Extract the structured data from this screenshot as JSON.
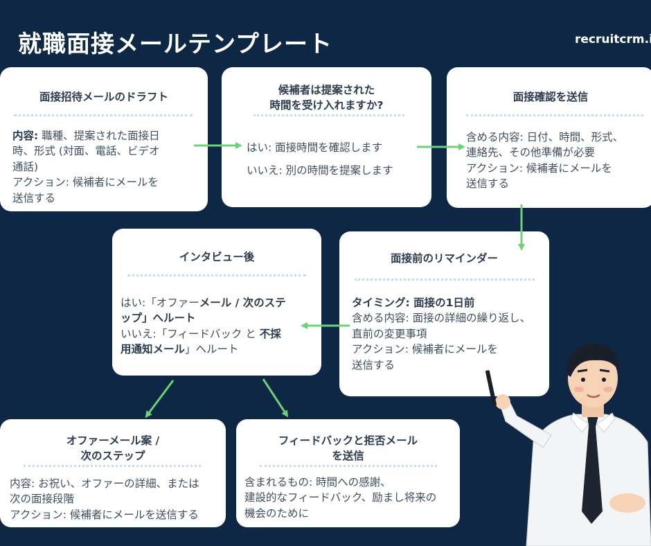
{
  "header": {
    "title": "就職面接メールテンプレート",
    "brand": "recruitcrm.io"
  },
  "cards": {
    "draft": {
      "title": "面接招待メールのドラフト",
      "content_label": "内容:",
      "content_l1": " 職種、提案された面接日",
      "content_l2": "時、形式 (対面、電話、ビデオ",
      "content_l3": "通話)",
      "action_label": "アクション:",
      "action_l1": " 候補者にメールを",
      "action_l2": "送信する"
    },
    "accept": {
      "title_l1": "候補者は提案された",
      "title_l2": "時間を受け入れますか?",
      "yes": "はい: 面接時間を確認します",
      "no": "いいえ: 別の時間を提案します"
    },
    "confirm": {
      "title": "面接確認を送信",
      "include_label": "含める内容:",
      "include_l1": " 日付、時間、形式、",
      "include_l2": "連絡先、その他準備が必要",
      "action_label": "アクション:",
      "action_l1": " 候補者にメールを",
      "action_l2": "送信する"
    },
    "reminder": {
      "title": "面接前のリマインダー",
      "timing": "タイミング: 面接の1日前",
      "include_label": "含める内容:",
      "include_l1": " 面接の詳細の繰り返し、",
      "include_l2": "直前の変更事項",
      "action_label": "アクション:",
      "action_l1": " 候補者にメールを",
      "action_l2": "送信する"
    },
    "after": {
      "title": "インタビュー後",
      "yes_a": "はい:「オファー",
      "yes_b": "メール / 次のステ",
      "yes_c": "ップ」へルート",
      "no_a": "いいえ:「フィードバック と ",
      "no_b": "不採",
      "no_c": "用通知メール",
      "no_d": "」へルート"
    },
    "offer": {
      "title_l1": "オファーメール案 /",
      "title_l2": "次のステップ",
      "content_label": "内容:",
      "content_l1": " お祝い、オファーの詳細、または",
      "content_l2": "次の面接段階",
      "action_label": "アクション:",
      "action_l1": " 候補者にメールを送信する"
    },
    "feedback": {
      "title_l1": "フィードバックと拒否メール",
      "title_l2": "を送信",
      "include_label": "含まれるもの:",
      "include_l1": " 時間への感謝、",
      "include_l2": "建設的なフィードバック、励まし将来の",
      "include_l3": "機会のために"
    }
  },
  "colors": {
    "background": "#0e2745",
    "card": "#ffffff",
    "arrow": "#6fd07a",
    "dots": "#c4dcec"
  }
}
